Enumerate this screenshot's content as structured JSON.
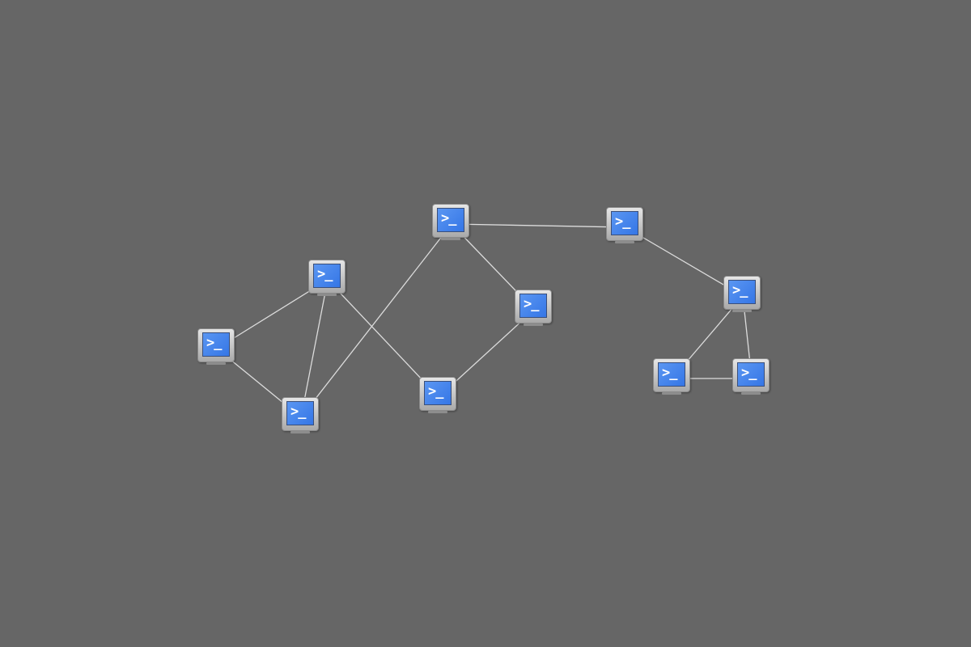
{
  "diagram": {
    "type": "network-topology",
    "background_color": "#666666",
    "link_color": "#dcdcdc",
    "node_screen_color": "#3576e6",
    "node_icon": "terminal-host-icon",
    "node_prompt": ">_",
    "nodes": [
      {
        "id": "n1"
      },
      {
        "id": "n2"
      },
      {
        "id": "n3"
      },
      {
        "id": "n4"
      },
      {
        "id": "n5"
      },
      {
        "id": "n6"
      },
      {
        "id": "n7"
      },
      {
        "id": "n8"
      },
      {
        "id": "n9"
      },
      {
        "id": "n10"
      }
    ],
    "edges": [
      [
        "n1",
        "n2"
      ],
      [
        "n1",
        "n4"
      ],
      [
        "n1",
        "n7"
      ],
      [
        "n2",
        "n5"
      ],
      [
        "n3",
        "n6"
      ],
      [
        "n3",
        "n7"
      ],
      [
        "n3",
        "n8"
      ],
      [
        "n6",
        "n7"
      ],
      [
        "n4",
        "n8"
      ],
      [
        "n5",
        "n9"
      ],
      [
        "n5",
        "n10"
      ],
      [
        "n9",
        "n10"
      ]
    ]
  }
}
